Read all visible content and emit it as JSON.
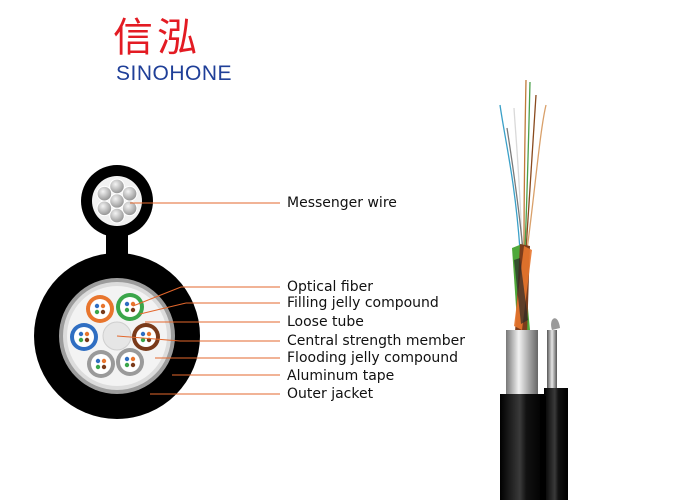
{
  "logo": {
    "chinese_text": "信泓",
    "english_text": "SINOHONE",
    "colors": {
      "chinese": "#e31b23",
      "english": "#1f3f98"
    }
  },
  "labels": [
    "Messenger wire",
    "Optical fiber",
    "Filling jelly compound",
    "Loose tube",
    "Central strength member",
    "Flooding jelly compound",
    "Aluminum tape",
    "Outer jacket"
  ],
  "colors": {
    "leader_line": "#e3672c",
    "jacket": "#0b0b0b",
    "steel": "#c8c8c8"
  }
}
